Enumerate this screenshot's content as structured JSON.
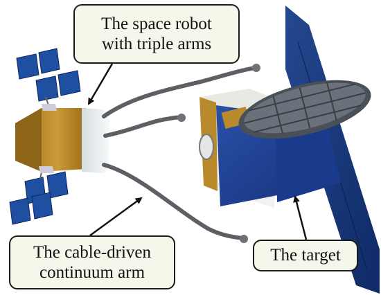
{
  "labels": {
    "robot_line1": "The space robot",
    "robot_line2": "with triple arms",
    "arm_line1": "The cable-driven",
    "arm_line2": "continuum arm",
    "target": "The target"
  },
  "colors": {
    "solar_panel": "#1f4fa0",
    "bus_gold": "#b8862a",
    "bus_white": "#eef2f4",
    "target_blue": "#1c3f94",
    "callout_fill": "#f3f8ea",
    "arm_gray": "#6e7276"
  }
}
